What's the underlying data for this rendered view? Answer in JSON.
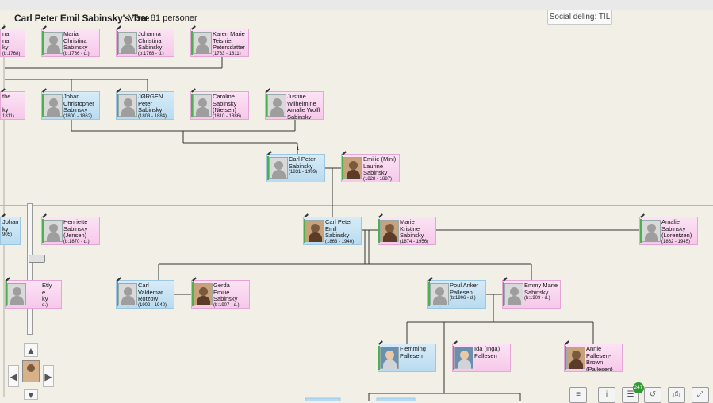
{
  "header": {
    "title": "Carl Peter Emil Sabinsky's Træ",
    "subtitle": "Viser 81 personer",
    "social": "Social deling: TIL"
  },
  "people": [
    {
      "id": "c01",
      "name": "Johanna Sabinsky",
      "years": "(b:1768)",
      "gender": "f",
      "photo": "none",
      "partial": "na\nna\nky"
    },
    {
      "id": "c02",
      "name": "Maria Christina Sabinsky",
      "years": "(b:1766 - d.)",
      "gender": "f",
      "photo": "none"
    },
    {
      "id": "c03",
      "name": "Johanna Christina Sabinsky",
      "years": "(b:1768 - d.)",
      "gender": "f",
      "photo": "none"
    },
    {
      "id": "c04",
      "name": "Karen Marie Teisnier Petersdatter",
      "years": "(1763 - 1811)",
      "gender": "f",
      "photo": "none"
    },
    {
      "id": "c05",
      "name": "the Sabinsky",
      "years": "1811)",
      "gender": "f",
      "photo": "none",
      "partial": "the\n\nky"
    },
    {
      "id": "c06",
      "name": "Johan Christopher Sabinsky",
      "years": "(1800 - 1862)",
      "gender": "m",
      "photo": "none"
    },
    {
      "id": "c07",
      "name": "JØRGEN Peter Sabinsky",
      "years": "(1803 - 1884)",
      "gender": "m",
      "photo": "none"
    },
    {
      "id": "c08",
      "name": "Caroline Sabinsky (Nielsen)",
      "years": "(1810 - 1886)",
      "gender": "f",
      "photo": "none"
    },
    {
      "id": "c09",
      "name": "Justine Wilhelmine Amalie Wolff Sabinsky",
      "years": "",
      "gender": "f",
      "photo": "none"
    },
    {
      "id": "c10",
      "name": "Carl Peter Sabinsky",
      "years": "(1831 - 1909)",
      "gender": "m",
      "photo": "none"
    },
    {
      "id": "c11",
      "name": "Emilie (Mini) Laurine Sabinsky",
      "years": "(1828 - 1887)",
      "gender": "f",
      "photo": "img"
    },
    {
      "id": "c12",
      "name": "Johan Sabinsky",
      "years": "905)",
      "gender": "m",
      "photo": "none",
      "partial": "Johan\nky"
    },
    {
      "id": "c13",
      "name": "Henriette Sabinsky (Jensen)",
      "years": "(b:1870 - d.)",
      "gender": "f",
      "photo": "none"
    },
    {
      "id": "c14",
      "name": "Carl Peter Emil Sabinsky",
      "years": "(1863 - 1940)",
      "gender": "m",
      "photo": "img"
    },
    {
      "id": "c15",
      "name": "Marie Kristine Sabinsky",
      "years": "(1874 - 1956)",
      "gender": "f",
      "photo": "img"
    },
    {
      "id": "c16",
      "name": "Amalie Sabinsky (Lorentzen)",
      "years": "(1862 - 1945)",
      "gender": "f",
      "photo": "none"
    },
    {
      "id": "c17",
      "name": "Etly Sabinsky",
      "years": "d.)",
      "gender": "f",
      "photo": "none",
      "partial": "Etly\ne\nky"
    },
    {
      "id": "c18",
      "name": "Carl Valdemar Rotzow",
      "years": "(1902 - 1940)",
      "gender": "m",
      "photo": "none"
    },
    {
      "id": "c19",
      "name": "Gerda Emilie Sabinsky",
      "years": "(b:1907 - d.)",
      "gender": "f",
      "photo": "img"
    },
    {
      "id": "c20",
      "name": "Poul Anker Pallesen",
      "years": "(b:1906 - d.)",
      "gender": "m",
      "photo": "none"
    },
    {
      "id": "c21",
      "name": "Emmy Marie Sabinsky",
      "years": "(b:1909 - d.)",
      "gender": "f",
      "photo": "none"
    },
    {
      "id": "c22",
      "name": "Flemming Pallesen",
      "years": "",
      "gender": "m",
      "photo": "img2"
    },
    {
      "id": "c23",
      "name": "Ida (Inga) Pallesen",
      "years": "",
      "gender": "f",
      "photo": "img2"
    },
    {
      "id": "c24",
      "name": "Annie Pallesen-Brown (Pallesen)",
      "years": "",
      "gender": "f",
      "photo": "img"
    }
  ],
  "marks": {
    "c10_label": "1"
  },
  "toolbar": {
    "badge": "247"
  },
  "colors": {
    "male": "#b9dbf0",
    "female": "#f6c8ea",
    "background": "#f2f0e6",
    "line": "#333333",
    "badge": "#2f9a2f"
  }
}
